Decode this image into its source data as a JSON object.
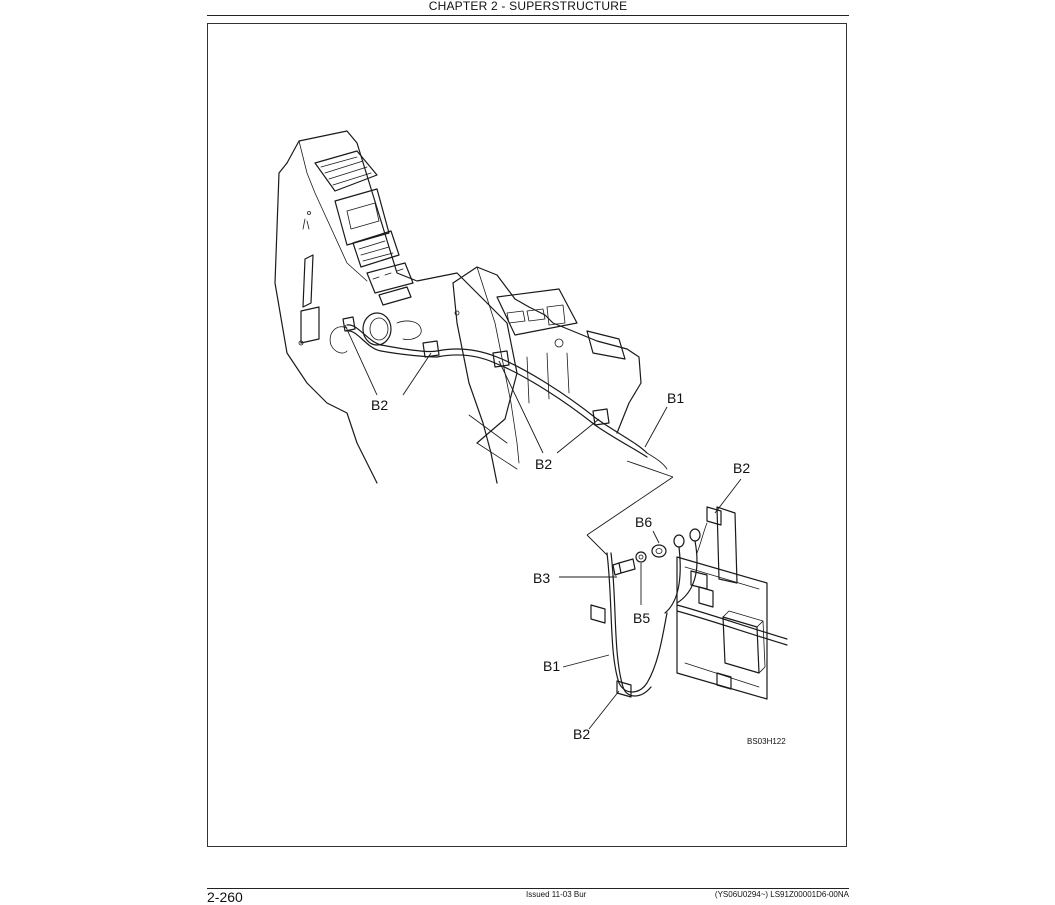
{
  "header": {
    "chapter_title": "CHAPTER 2 - SUPERSTRUCTURE"
  },
  "figure": {
    "code": "BS03H122",
    "callouts": {
      "b1_upper": "B1",
      "b2_upper_left": "B2",
      "b2_upper_center": "B2",
      "b2_upper_right": "B2",
      "b6": "B6",
      "b3": "B3",
      "b5": "B5",
      "b1_lower": "B1",
      "b2_lower": "B2"
    }
  },
  "footer": {
    "page_number": "2-260",
    "issue": "Issued 11-03   Bur",
    "doc_code": "(YS06U0294~)   LS91Z00001D6-00NA"
  }
}
